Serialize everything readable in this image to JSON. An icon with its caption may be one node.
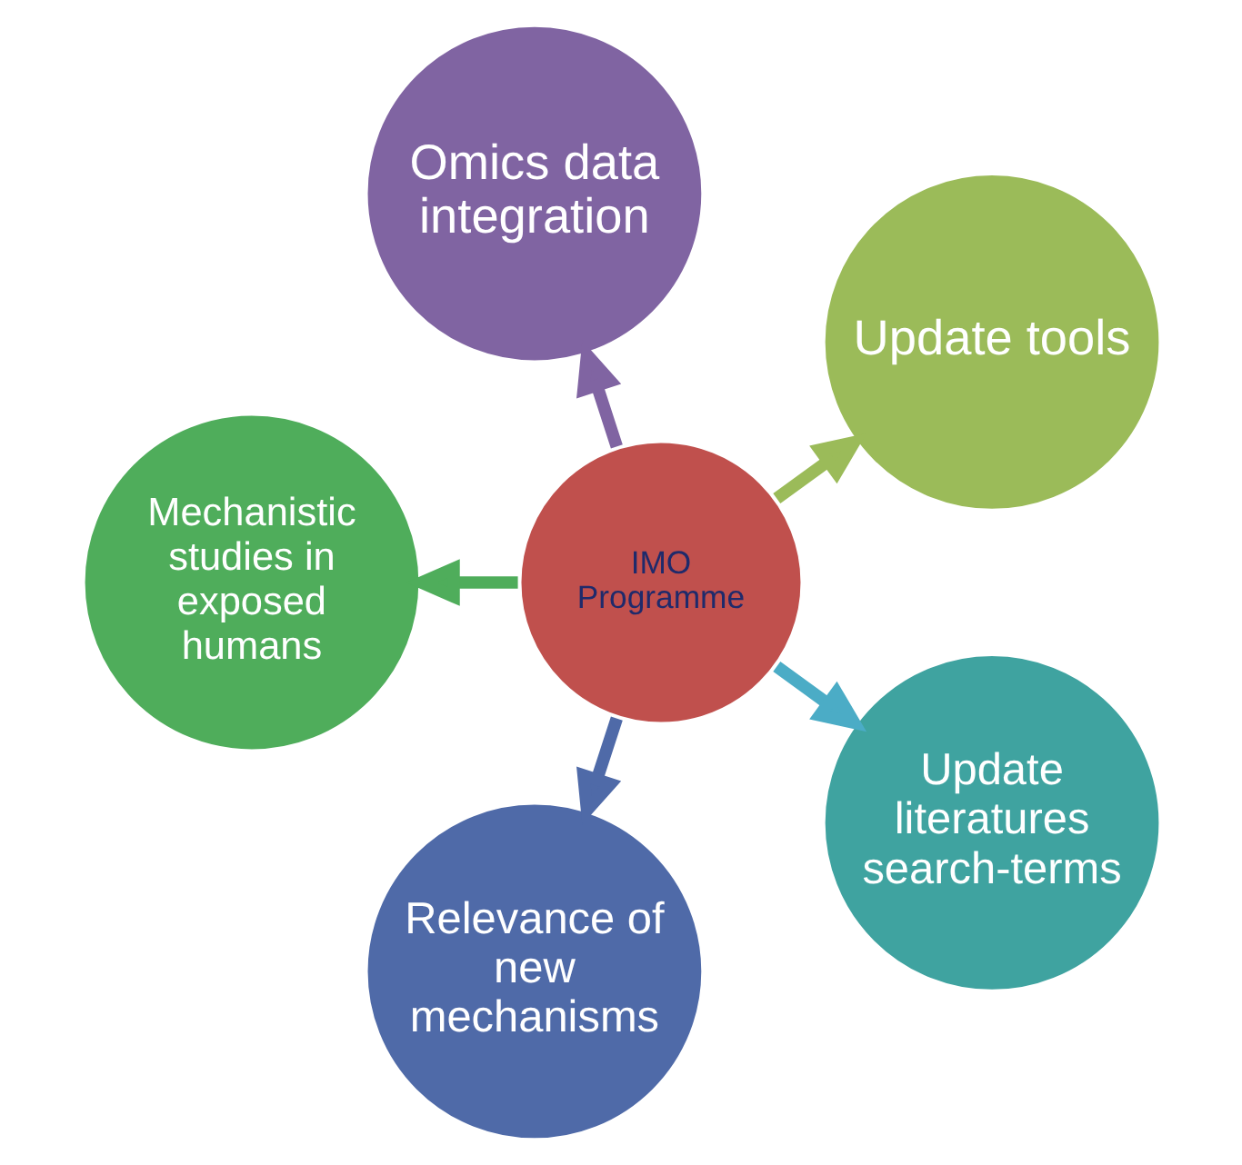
{
  "diagram": {
    "nodes": [
      {
        "text": [
          "Update tools"
        ]
      },
      {
        "text": [
          "Omics data integration"
        ]
      },
      {
        "text": [
          "Mechanistic studies in exposed humans"
        ]
      },
      {
        "text": [
          "IMO Programme"
        ]
      },
      {
        "text": [
          "Relevance of new mechanisms"
        ]
      },
      {
        "text": [
          "Update literatures search-terms"
        ]
      }
    ],
    "edges": [
      {
        "from": 3,
        "to": 0,
        "arrow": "to",
        "color": "#9bbb59"
      },
      {
        "from": 3,
        "to": 2,
        "arrow": "to",
        "color": "#4fad5b"
      },
      {
        "from": 3,
        "to": 5,
        "arrow": "to",
        "color": "#4bacc6"
      },
      {
        "from": 3,
        "to": 4,
        "arrow": "to",
        "color": "#4f6aa8"
      },
      {
        "from": 3,
        "to": 1,
        "arrow": "to",
        "color": "#8064a2"
      }
    ]
  }
}
